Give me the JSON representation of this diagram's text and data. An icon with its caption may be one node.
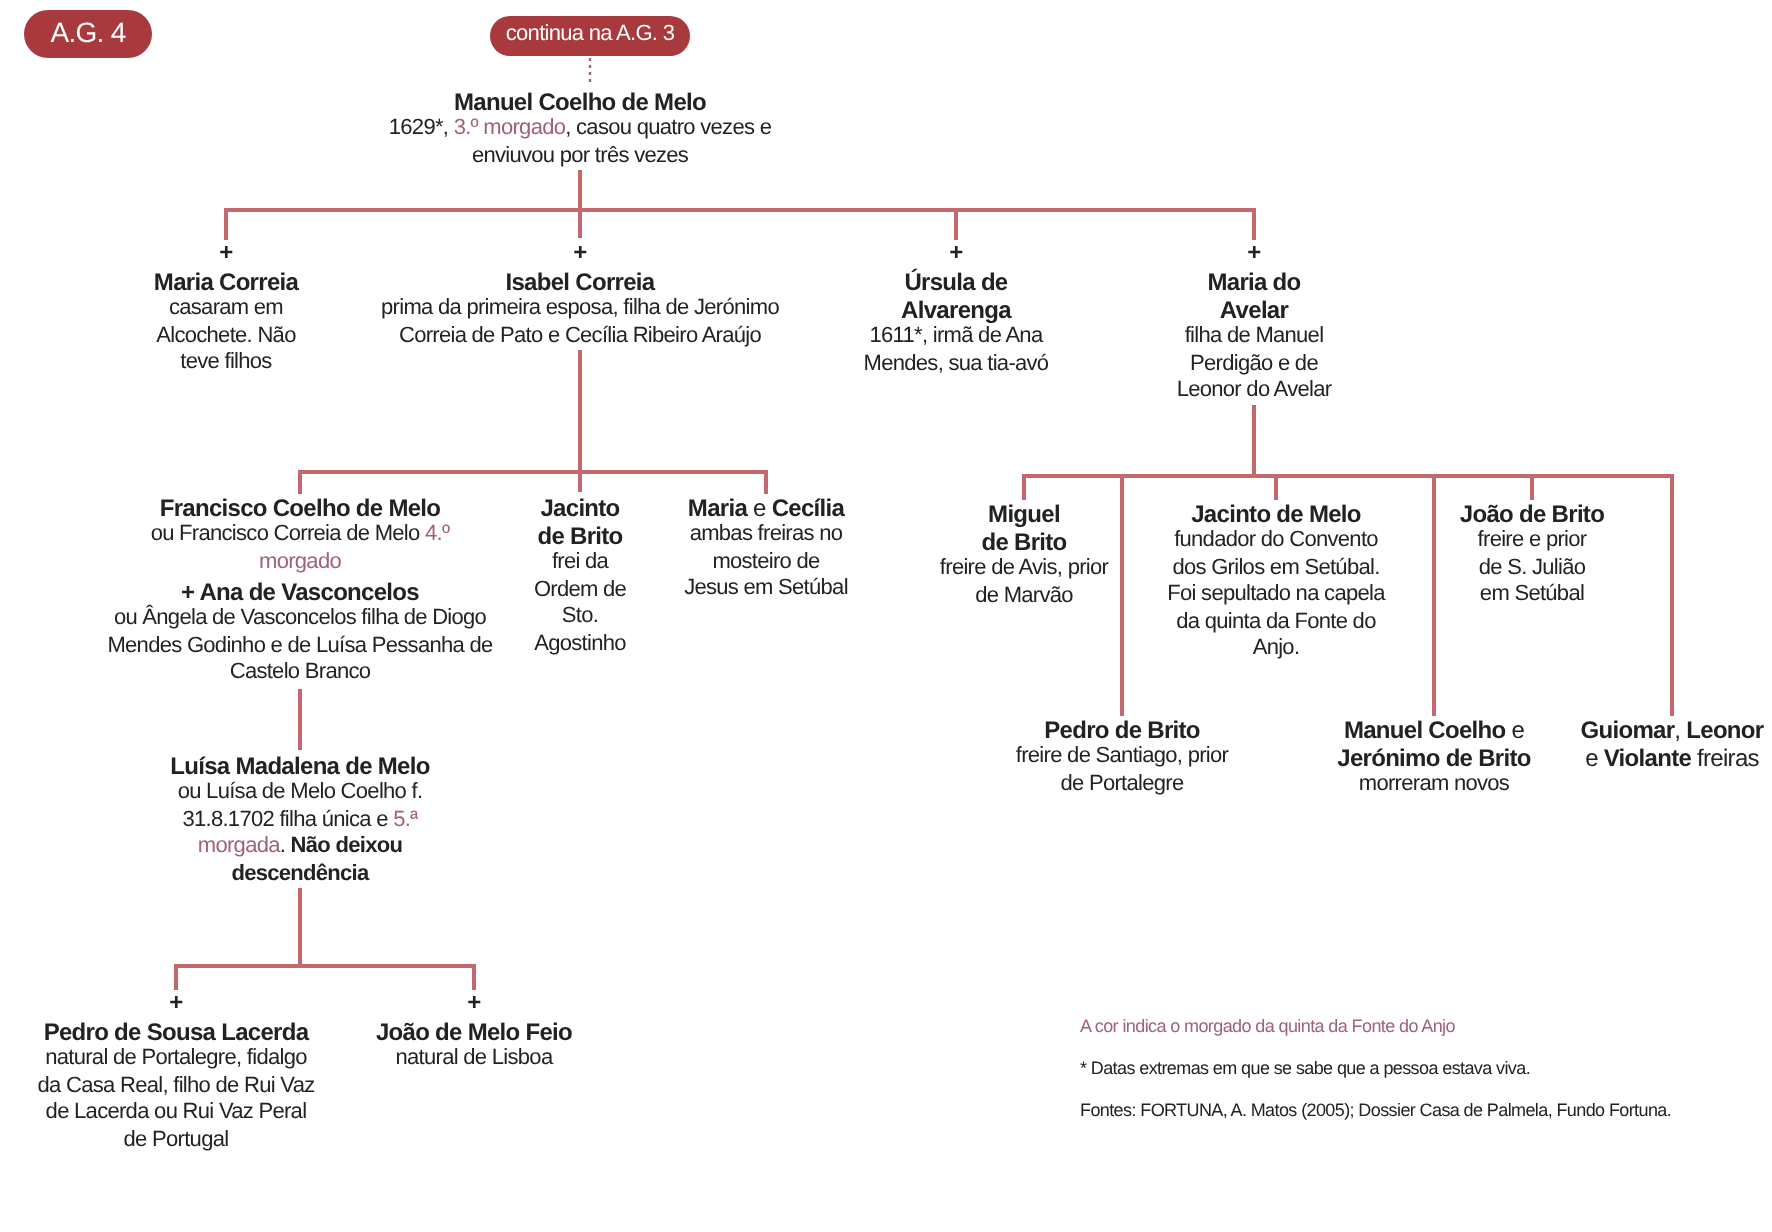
{
  "diagram": {
    "nodes": [
      {
        "text": [
          "A.G. 4"
        ]
      },
      {
        "text": [
          "continua na A.G. 3"
        ]
      },
      {
        "text": [
          "Manuel Coelho de Melo",
          "1629*, *3.º morgado*, casou quatro vezes e enviuvou por três vezes"
        ]
      },
      {
        "text": [
          "Maria Correia",
          "casaram em Alcochete. Não teve filhos"
        ],
        "beside": [
          "+"
        ]
      },
      {
        "text": [
          "Isabel Correia",
          "prima da primeira esposa, filha de Jerónimo Correia de Pato e Cecília Ribeiro Araújo"
        ],
        "beside": [
          "+"
        ]
      },
      {
        "text": [
          "Úrsula de Alvarenga",
          "1611*, irmã de Ana Mendes, sua tia-avó"
        ],
        "beside": [
          "+"
        ]
      },
      {
        "text": [
          "Maria do Avelar",
          "filha de Manuel Perdigão e de Leonor do Avelar"
        ],
        "beside": [
          "+"
        ]
      },
      {
        "text": [
          "Francisco Coelho de Melo",
          "ou Francisco Correia de Melo *4.º morgado*"
        ]
      },
      {
        "text": [
          "+ Ana de Vasconcelos",
          "ou Ângela de Vasconcelos filha de Diogo Mendes Godinho e de Luísa Pessanha de Castelo Branco"
        ]
      },
      {
        "text": [
          "Jacinto de Brito",
          "frei da Ordem de Sto. Agostinho"
        ]
      },
      {
        "text": [
          "**Maria** e **Cecília**",
          "ambas freiras no mosteiro de Jesus em Setúbal"
        ]
      },
      {
        "text": [
          "Luísa Madalena de Melo",
          "ou Luísa de Melo Coelho f. 31.8.1702 filha única e *5.ª morgada*. **Não deixou descendência**"
        ]
      },
      {
        "text": [
          "Pedro de Sousa Lacerda",
          "natural de Portalegre, fidalgo da Casa Real, filho de Rui Vaz de Lacerda ou Rui Vaz Peral de Portugal"
        ],
        "beside": [
          "+"
        ]
      },
      {
        "text": [
          "João de Melo Feio",
          "natural de Lisboa"
        ],
        "beside": [
          "+"
        ]
      },
      {
        "text": [
          "Miguel de Brito",
          "freire de Avis, prior de Marvão"
        ]
      },
      {
        "text": [
          "Pedro de Brito",
          "freire de Santiago, prior de Portalegre"
        ]
      },
      {
        "text": [
          "Jacinto de Melo",
          "fundador do Convento dos Grilos em Setúbal. Foi sepultado na capela da quinta da Fonte do Anjo."
        ]
      },
      {
        "text": [
          "João de Brito",
          "freire e prior de S. Julião em Setúbal"
        ]
      },
      {
        "text": [
          "**Manuel Coelho** e **Jerónimo de Brito**",
          "morreram novos"
        ]
      },
      {
        "text": [
          "**Guiomar**, **Leonor** e **Violante** freiras"
        ]
      }
    ],
    "edges": [
      {
        "from": 1,
        "to": 2,
        "arrow": "none",
        "style": "dashed"
      },
      {
        "from": 2,
        "to": 3,
        "arrow": "none"
      },
      {
        "from": 2,
        "to": 4,
        "arrow": "none"
      },
      {
        "from": 2,
        "to": 5,
        "arrow": "none"
      },
      {
        "from": 2,
        "to": 6,
        "arrow": "none"
      },
      {
        "from": 4,
        "to": 7,
        "arrow": "none"
      },
      {
        "from": 4,
        "to": 9,
        "arrow": "none"
      },
      {
        "from": 4,
        "to": 10,
        "arrow": "none"
      },
      {
        "from": 8,
        "to": 11,
        "arrow": "none"
      },
      {
        "from": 11,
        "to": 12,
        "arrow": "none"
      },
      {
        "from": 11,
        "to": 13,
        "arrow": "none"
      },
      {
        "from": 6,
        "to": 14,
        "arrow": "none"
      },
      {
        "from": 6,
        "to": 15,
        "arrow": "none"
      },
      {
        "from": 6,
        "to": 16,
        "arrow": "none"
      },
      {
        "from": 6,
        "to": 17,
        "arrow": "none"
      },
      {
        "from": 6,
        "to": 18,
        "arrow": "none"
      },
      {
        "from": 6,
        "to": 19,
        "arrow": "none"
      }
    ],
    "labels": [
      "* Datas extremas em que se sabe que a pessoa estava viva.",
      "Fontes: FORTUNA, A. Matos (2005); Dossier Casa de Palmela, Fundo Fortuna."
    ],
    "legend": [
      {
        "text": "A cor indica o morgado da quinta da Fonte do Anjo",
        "color": "#a0617a"
      }
    ]
  }
}
